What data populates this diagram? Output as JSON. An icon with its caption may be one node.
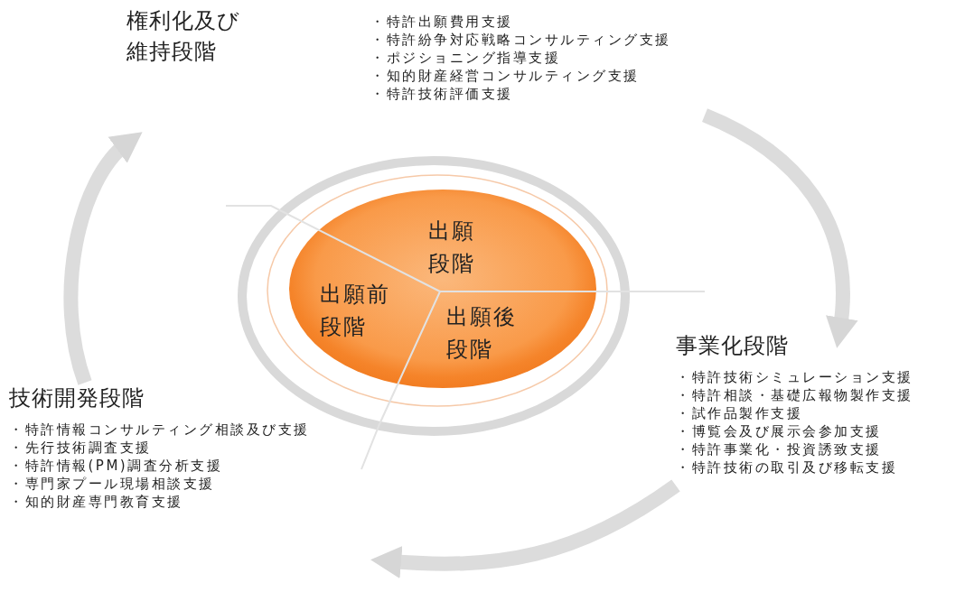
{
  "diagram": {
    "nodes": [
      {
        "text": [
          "権利化及び維持段階",
          "・特許出願費用支援",
          "・特許紛争対応戦略コンサルティング支援",
          "・ポジショニング指導支援",
          "・知的財産経営コンサルティング支援",
          "・特許技術評価支援"
        ]
      },
      {
        "text": [
          "出願段階"
        ]
      },
      {
        "text": [
          "出願前段階"
        ]
      },
      {
        "text": [
          "出願後段階"
        ]
      },
      {
        "text": [
          "事業化段階",
          "・特許技術シミュレーション支援",
          "・特許相談・基礎広報物製作支援",
          "・試作品製作支援",
          "・博覧会及び展示会参加支援",
          "・特許事業化・投資誘致支援",
          "・特許技術の取引及び移転支援"
        ]
      },
      {
        "text": [
          "技術開発段階",
          "・特許情報コンサルティング相談及び支援",
          "・先行技術調査支援",
          "・特許情報(PM)調査分析支援",
          "・専門家プール現場相談支援",
          "・知的財産専門教育支援"
        ]
      }
    ],
    "edges": [
      {
        "from": 5,
        "to": 0,
        "arrow": "to"
      },
      {
        "from": 0,
        "to": 4,
        "arrow": "to"
      },
      {
        "from": 4,
        "to": 5,
        "arrow": "to"
      }
    ]
  }
}
